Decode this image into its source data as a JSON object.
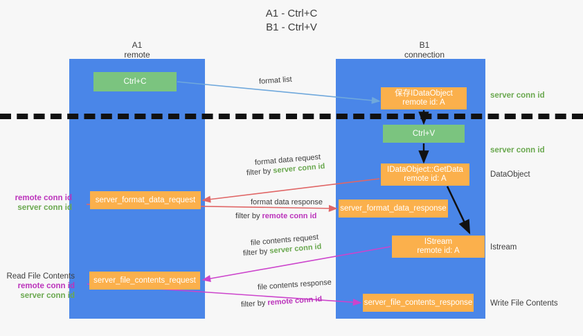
{
  "title": {
    "line1": "A1 - Ctrl+C",
    "line2": "B1 - Ctrl+V"
  },
  "lanes": {
    "a": {
      "name": "A1",
      "sub": "remote"
    },
    "b": {
      "name": "B1",
      "sub": "connection"
    }
  },
  "nodes": {
    "ctrl_c": {
      "label": "Ctrl+C",
      "color": "#7bc47f"
    },
    "idataobject": {
      "line1": "保存IDataObject",
      "line2": "remote id: A",
      "color": "#fbb04c"
    },
    "ctrl_v": {
      "label": "Ctrl+V",
      "color": "#7bc47f"
    },
    "getdata": {
      "line1": "IDataObject::GetData",
      "line2": "remote id: A",
      "color": "#fbb04c"
    },
    "format_data_request": {
      "label": "server_format_data_request",
      "color": "#fbb04c"
    },
    "format_data_response": {
      "label": "server_format_data_response",
      "color": "#fbb04c"
    },
    "istream": {
      "line1": "IStream",
      "line2": "remote id: A",
      "color": "#fbb04c"
    },
    "file_contents_request": {
      "label": "server_file_contents_request",
      "color": "#fbb04c"
    },
    "file_contents_response": {
      "label": "server_file_contents_response",
      "color": "#fbb04c"
    }
  },
  "edge_labels": {
    "format_list": "format list",
    "format_data_request": "format data request",
    "filter_by_prefix": "filter by ",
    "server_conn_id": "server conn id",
    "remote_conn_id": "remote conn id",
    "format_data_response": "format data response",
    "file_contents_request": "file contents request",
    "file_contents_response": "file contents response"
  },
  "side_labels": {
    "server_conn_id_top": "server conn id",
    "server_conn_id_mid": "server conn id",
    "dataobject": "DataObject",
    "istream": "Istream",
    "write_file_contents": "Write File Contents",
    "read_file_contents": "Read File Contents",
    "remote_conn_id": "remote conn id",
    "server_conn_id": "server conn id"
  },
  "colors": {
    "lane": "#4a86e8",
    "green_node": "#7bc47f",
    "orange_node": "#fbb04c",
    "green_text": "#6aa84f",
    "magenta_text": "#bb33bb",
    "arrow_blue": "#6fa8dc",
    "arrow_red": "#e06666",
    "arrow_magenta": "#cc44cc",
    "arrow_black": "#000000",
    "background": "#f7f7f7"
  }
}
